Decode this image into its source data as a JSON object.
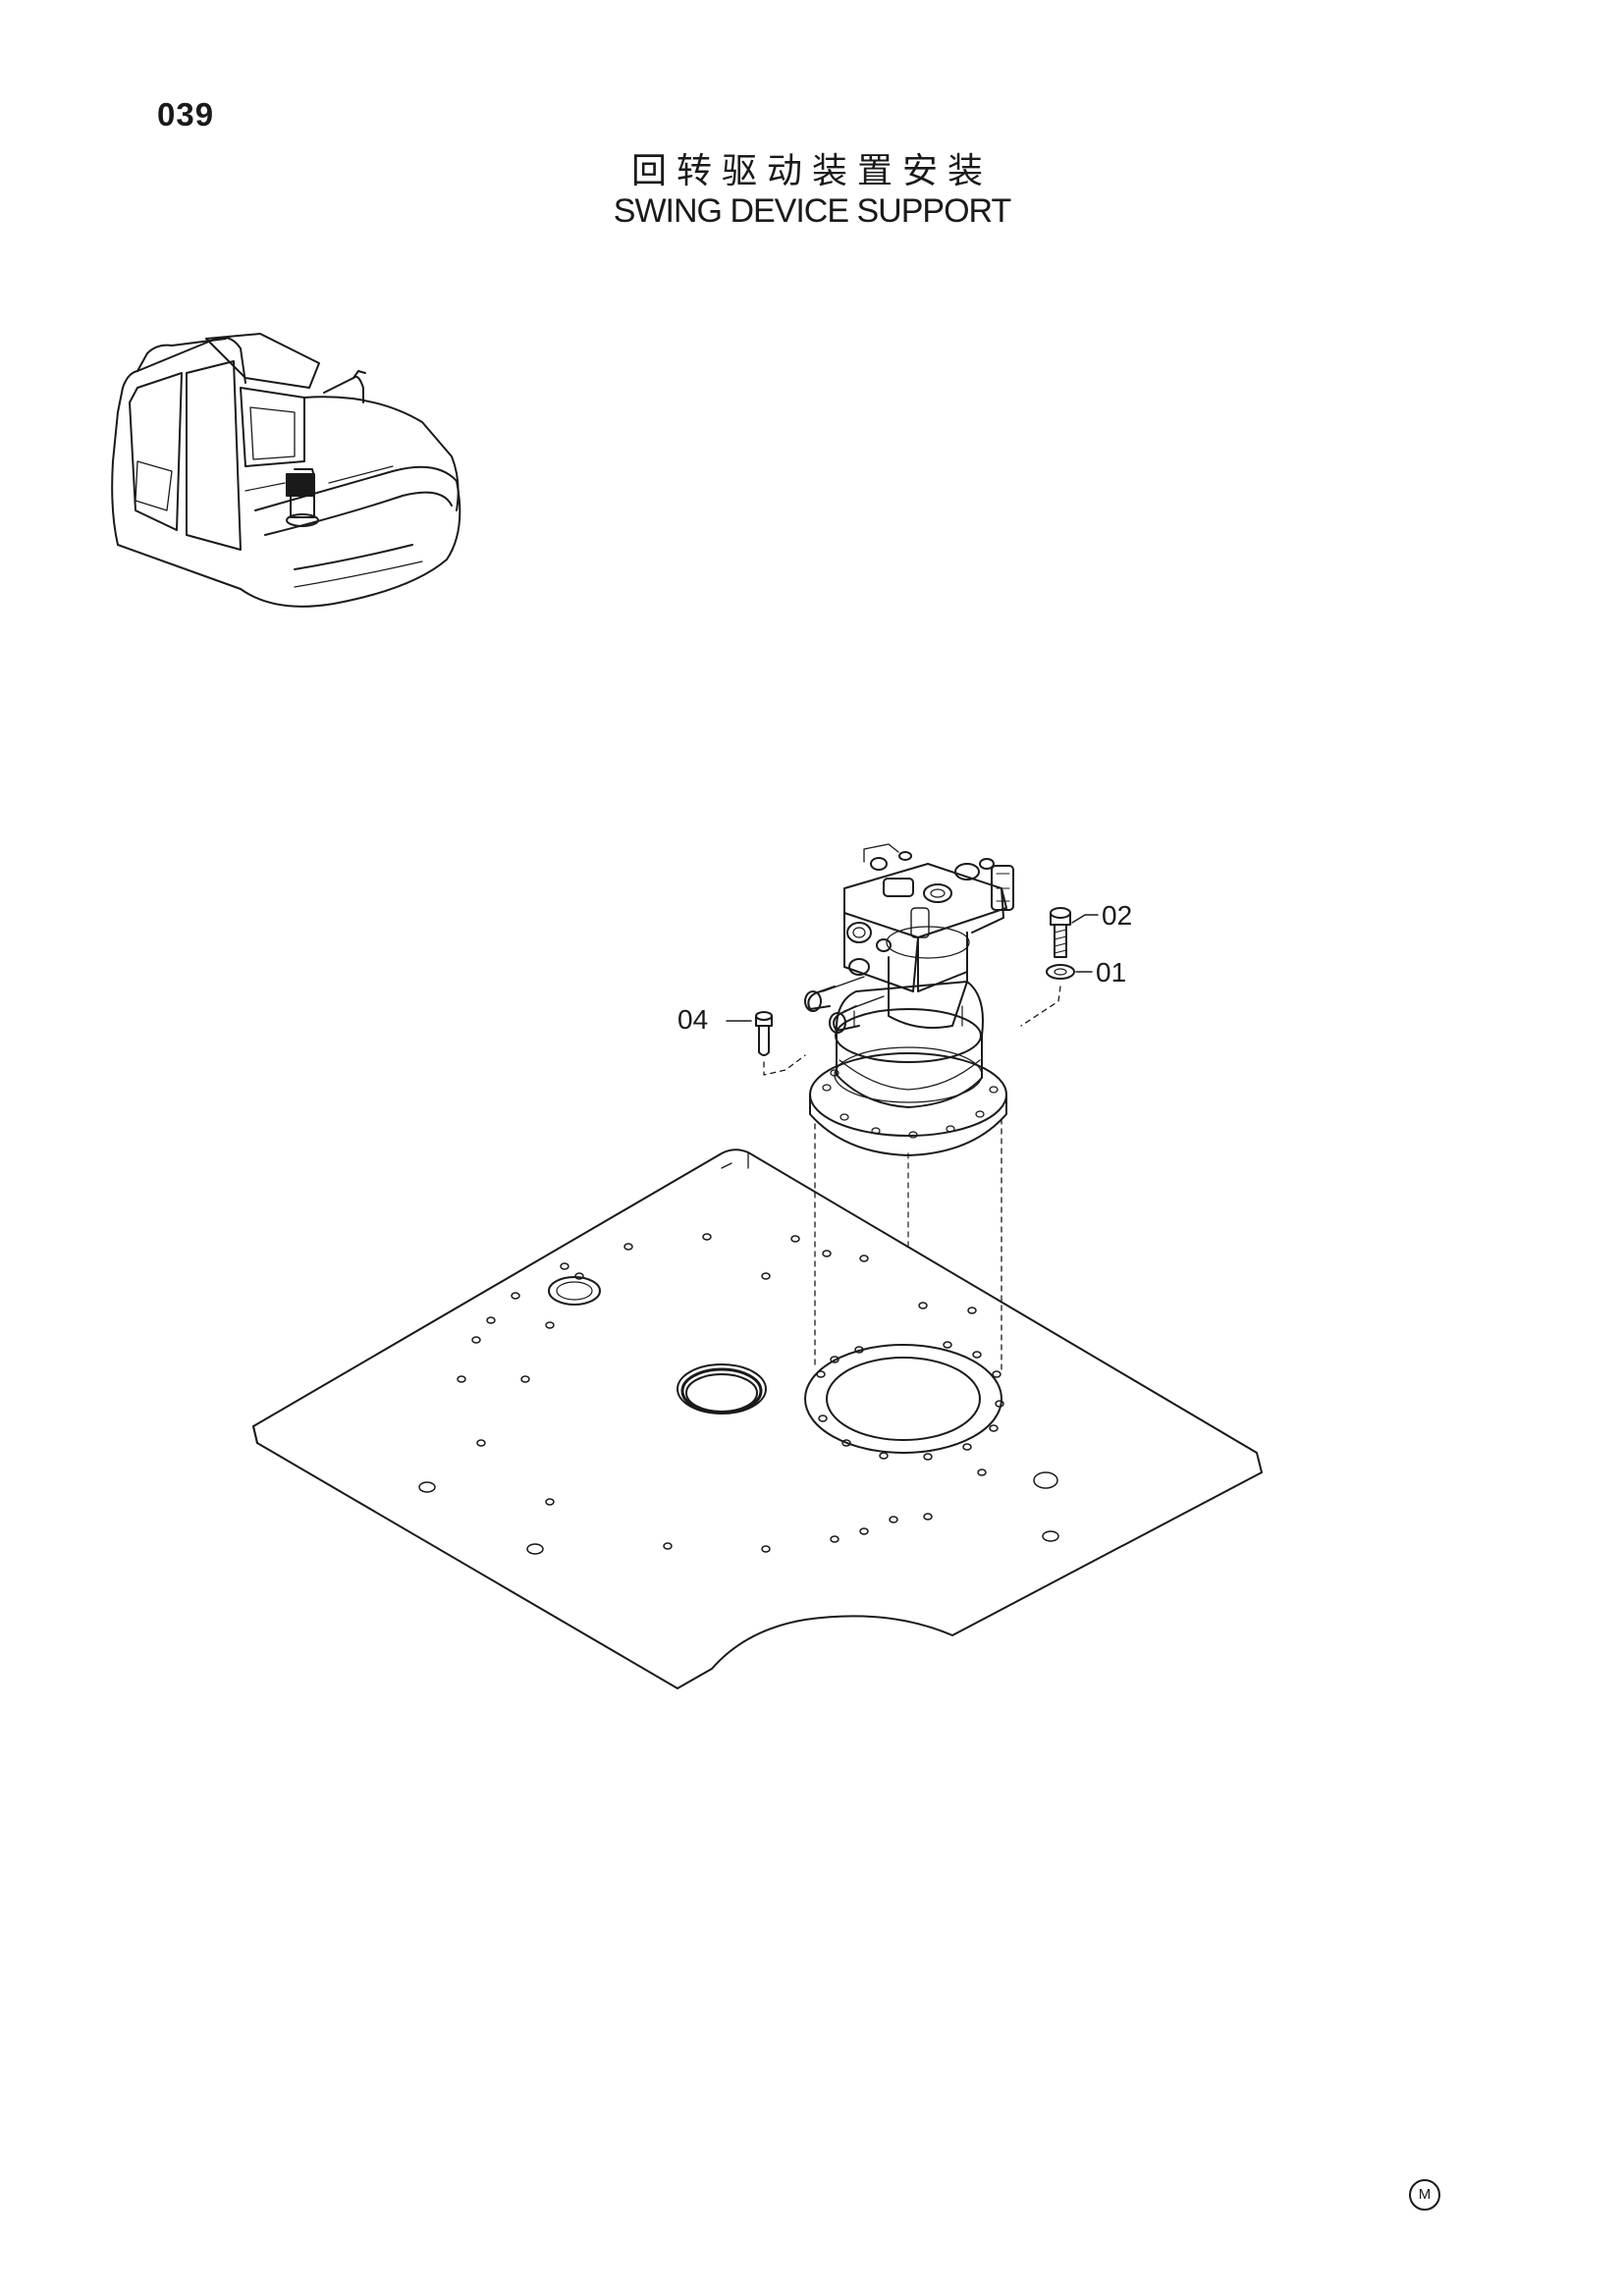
{
  "header": {
    "page_number": "039",
    "title_cn": "回转驱动装置安装",
    "title_en": "SWING DEVICE SUPPORT"
  },
  "callouts": {
    "c01": "01",
    "c02": "02",
    "c04": "04"
  },
  "footer": {
    "mark": "M"
  },
  "colors": {
    "ink": "#1a1a1a",
    "paper": "#ffffff"
  }
}
